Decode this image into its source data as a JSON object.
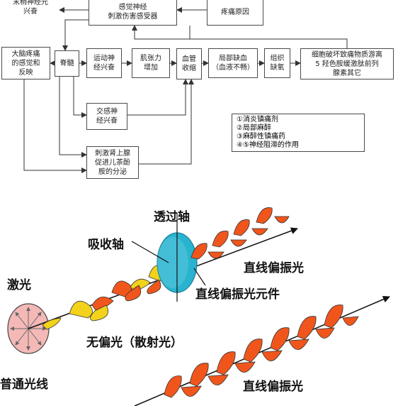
{
  "flow": {
    "top_left_text": [
      "末稍神经元",
      "兴奋"
    ],
    "receptor_box": [
      "感觉神经",
      "刺激伤害感受器"
    ],
    "cause_box": [
      "疼痛原因"
    ],
    "brain_box": [
      "大脑疼痛",
      "的感觉和",
      "反映"
    ],
    "spine_box": [
      "脊髓"
    ],
    "motor_box": [
      "运动神",
      "经兴奋"
    ],
    "muscle_box": [
      "肌张力",
      "增加"
    ],
    "vessel_box": [
      "血管",
      "收缩"
    ],
    "ischemia_box": [
      "局部缺血",
      "（血液不畅）"
    ],
    "hypoxia_box": [
      "组织",
      "缺氧"
    ],
    "cell_box": [
      "细胞破坏致痛物质游离",
      "5 羟色胺缓激肽前列",
      "腺素其它"
    ],
    "sympathetic_box": [
      "交感神",
      "经兴奋"
    ],
    "adrenal_box": [
      "刺激肾上腺",
      "促进儿茶酚",
      "胺的分泌"
    ],
    "legend": [
      "①消炎镇痛剂",
      "②局部麻醉",
      "③麻醉性镇痛药",
      "④⑤神经阻滞的作用"
    ]
  },
  "optics": {
    "transmission_axis": "透过轴",
    "absorption_axis": "吸收轴",
    "laser": "激光",
    "linear_polarized_1": "直线偏振光",
    "polarizer_element": "直线偏振光元件",
    "unpolarized": "无偏光（散射光）",
    "ordinary_light": "普通光线",
    "linear_polarized_2": "直线偏振光"
  },
  "colors": {
    "wave_orange": "#f0561c",
    "wave_yellow": "#f2d21a",
    "polarizer": "#2ab3cf",
    "source_disk": "#f4b9b7"
  }
}
